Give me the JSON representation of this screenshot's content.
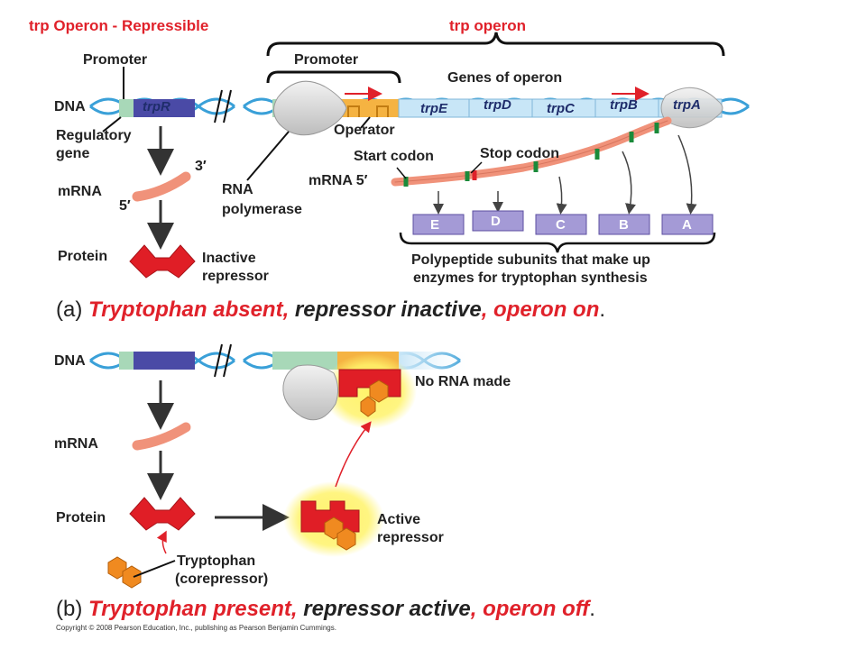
{
  "header": {
    "left_title": "trp Operon - Repressible",
    "right_title": "trp operon"
  },
  "panel_a": {
    "promoter_left": "Promoter",
    "promoter_right": "Promoter",
    "genes_of_operon": "Genes of operon",
    "dna": "DNA",
    "regulatory_gene": [
      "Regulatory",
      "gene"
    ],
    "operator": "Operator",
    "start_codon": "Start codon",
    "stop_codon": "Stop codon",
    "mrna_5": "mRNA 5′",
    "mrna": "mRNA",
    "three_prime": "3′",
    "five_prime": "5′",
    "rna_polymerase": [
      "RNA",
      "polymerase"
    ],
    "protein": "Protein",
    "inactive_repressor": [
      "Inactive",
      "repressor"
    ],
    "genes": {
      "trpR": "trpR",
      "trpE": "trpE",
      "trpD": "trpD",
      "trpC": "trpC",
      "trpB": "trpB",
      "trpA": "trpA"
    },
    "subunits": [
      "E",
      "D",
      "C",
      "B",
      "A"
    ],
    "polypeptide_caption": [
      "Polypeptide subunits that make up",
      "enzymes for tryptophan synthesis"
    ],
    "caption": {
      "letter": "(a) ",
      "part1": "Tryptophan absent,",
      "part2": " repressor inactive",
      "part3": ", ",
      "part4": "operon",
      "part5": " ",
      "part6": "on",
      "part7": "."
    }
  },
  "panel_b": {
    "dna": "DNA",
    "no_rna_made": "No RNA made",
    "mrna": "mRNA",
    "protein": "Protein",
    "active_repressor": [
      "Active",
      "repressor"
    ],
    "tryptophan": [
      "Tryptophan",
      "(corepressor)"
    ],
    "caption": {
      "letter": "(b) ",
      "part1": "Tryptophan present,",
      "part2": " repressor active",
      "part3": ", ",
      "part4": "operon",
      "part5": " ",
      "part6": "off",
      "part7": "."
    }
  },
  "footer": {
    "copyright": "Copyright © 2008 Pearson Education, Inc., publishing as Pearson Benjamin Cummings."
  },
  "colors": {
    "red_accent": "#e0212a",
    "dna_strand": "#3aa0d8",
    "regulatory_gene": "#4a4aa6",
    "promoter_segment": "#a8d8b8",
    "operator": "#f5b342",
    "operon_genes": "#c8e6f7",
    "mrna": "#f0927a",
    "repressor": "#e01e26",
    "tryptophan": "#f08a20",
    "subunit_box": "#a49ad6",
    "glow": "#fff36b"
  }
}
